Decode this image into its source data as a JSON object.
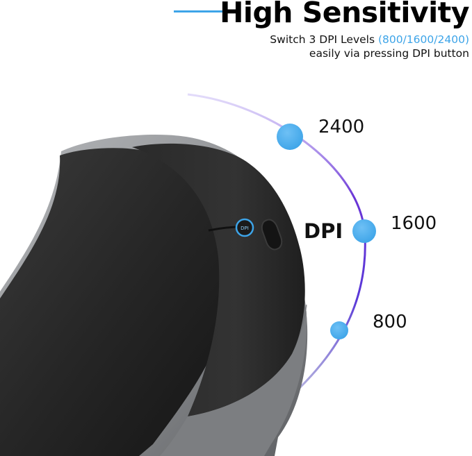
{
  "header": {
    "title": "High Sensitivity",
    "line1_prefix": "Switch 3 DPI Levels ",
    "line1_levels": "(800/1600/2400)",
    "line2": "easily via pressing DPI button"
  },
  "dpi": {
    "word": "DPI",
    "levels": [
      "2400",
      "1600",
      "800"
    ],
    "button_glyph": "DPI"
  },
  "colors": {
    "accent": "#3da4e8",
    "arc_purple": "#6a35d6",
    "mouse_body": "#262626",
    "mouse_trim": "#8e9093"
  }
}
